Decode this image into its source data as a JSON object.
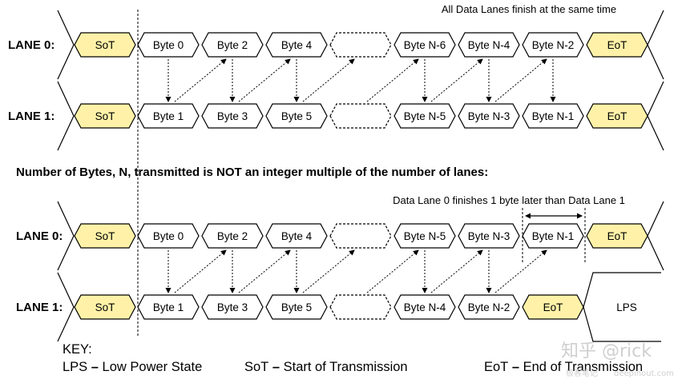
{
  "top_note": "All Data Lanes finish at the same time",
  "section2_heading": "Number of Bytes, N, transmitted is NOT an integer multiple of the number of lanes:",
  "bottom_note": "Data Lane 0 finishes 1 byte later than Data Lane 1",
  "diagram1": {
    "lane0": {
      "label": "LANE 0:",
      "boxes": [
        "SoT",
        "Byte 0",
        "Byte 2",
        "Byte 4",
        "",
        "Byte N-6",
        "Byte N-4",
        "Byte N-2",
        "EoT"
      ]
    },
    "lane1": {
      "label": "LANE 1:",
      "boxes": [
        "SoT",
        "Byte 1",
        "Byte 3",
        "Byte 5",
        "",
        "Byte N-5",
        "Byte N-3",
        "Byte N-1",
        "EoT"
      ]
    }
  },
  "diagram2": {
    "lane0": {
      "label": "LANE 0:",
      "boxes": [
        "SoT",
        "Byte 0",
        "Byte 2",
        "Byte 4",
        "",
        "Byte N-5",
        "Byte N-3",
        "Byte N-1",
        "EoT"
      ]
    },
    "lane1": {
      "label": "LANE 1:",
      "boxes": [
        "SoT",
        "Byte 1",
        "Byte 3",
        "Byte 5",
        "",
        "Byte N-4",
        "Byte N-2",
        "EoT"
      ],
      "state": "LPS"
    }
  },
  "key": {
    "title": "KEY",
    "lps_abbr": "LPS",
    "lps_def": "Low Power State",
    "sot_abbr": "SoT",
    "sot_def": "Start of Transmission",
    "eot_abbr": "EoT",
    "eot_def": "End of Transmission"
  },
  "watermark": {
    "main": "知乎 @rick",
    "sub": "极客笔记",
    "url": "deepinout.com"
  },
  "colors": {
    "sot_eot_fill": "#fff2a8",
    "byte_fill": "#ffffff",
    "stroke": "#000000"
  }
}
